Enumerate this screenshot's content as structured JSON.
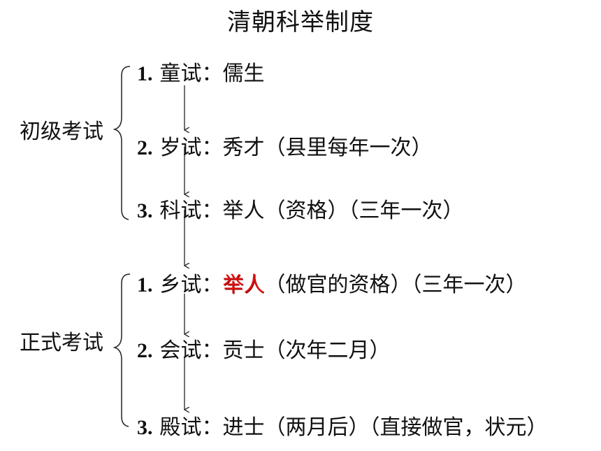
{
  "title": "清朝科举制度",
  "groups": [
    {
      "label": "初级考试",
      "items": [
        {
          "num": "1.",
          "name": "童试：",
          "highlight": "",
          "rest": "儒生"
        },
        {
          "num": "2.",
          "name": "岁试：",
          "highlight": "",
          "rest": "秀才（县里每年一次）"
        },
        {
          "num": "3.",
          "name": "科试：",
          "highlight": "",
          "rest": "举人（资格）（三年一次）"
        }
      ]
    },
    {
      "label": "正式考试",
      "items": [
        {
          "num": "1.",
          "name": "乡试：",
          "highlight": "举人",
          "rest": "（做官的资格）（三年一次）"
        },
        {
          "num": "2.",
          "name": "会试：",
          "highlight": "",
          "rest": "贡士（次年二月）"
        },
        {
          "num": "3.",
          "name": "殿试：",
          "highlight": "",
          "rest": "进士（两月后）（直接做官，状元）"
        }
      ]
    }
  ],
  "colors": {
    "text": "#111111",
    "highlight": "#e01010",
    "line": "#222222"
  }
}
